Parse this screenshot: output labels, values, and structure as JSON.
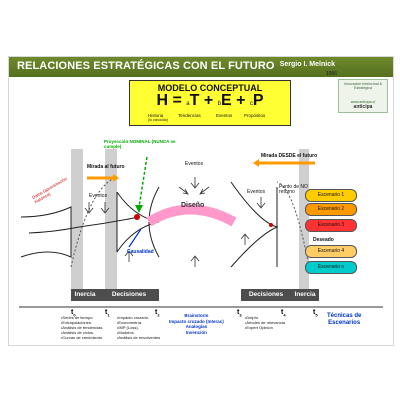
{
  "header": {
    "title": "RELACIONES ESTRATÉGICAS CON EL FUTURO",
    "author": "Sergio I. Melnick",
    "year": "1986"
  },
  "logo": {
    "line1": "Innovación Intelectual & Estratégica",
    "line2": "www.anticipa.cl",
    "line3": "anticipa"
  },
  "model": {
    "title": "MODELO CONCEPTUAL",
    "formula": {
      "h": "H",
      "eq": "=",
      "a": "a",
      "t": "T",
      "b": "b",
      "e": "E",
      "c": "c",
      "p": "P",
      "plus": "+"
    },
    "labels": {
      "historia": "Historia",
      "historia_sub": "(lo conocido)",
      "tendencias": "Tendencias",
      "eventos": "Eventos",
      "propositos": "Propósitos"
    }
  },
  "annotations": {
    "proyeccion": "Proyección NOMINAL (NUNCA se cumple)",
    "mirada_al_futuro": "Mirada al futuro",
    "eventos_left": "Eventos",
    "eventos_center": "Eventos",
    "eventos_right": "Eventos",
    "datos": "Datos (aproximación histórica)",
    "causalidad": "Causalidad",
    "diseno": "Diseño",
    "mirada_desde": "Mirada DESDE el futuro",
    "punto_no_retorno": "Punto de NO retorno",
    "deseado": "Deseado"
  },
  "strip": {
    "inercia_left": "Inercia",
    "decisiones_left": "Decisiones",
    "decisiones_right": "Decisiones",
    "inercia_right": "Inercia"
  },
  "time_labels": {
    "t0": "t",
    "t0_sub": "0",
    "t1": "t",
    "t1_sub": "1",
    "t2": "t",
    "t2_sub": "2",
    "t3": "t",
    "t3_sub": "3",
    "t4": "t",
    "t4_sub": "4",
    "t5": "t",
    "t5_sub": "5"
  },
  "scenarios": [
    {
      "label": "Escenario 1",
      "color": "#ffcc00"
    },
    {
      "label": "Escenario 2",
      "color": "#ff9900"
    },
    {
      "label": "Escenario 3",
      "color": "#ff3333"
    },
    {
      "label": "Escenario 4",
      "color": "#ffcc66"
    },
    {
      "label": "Escenario n",
      "color": "#00cccc"
    }
  ],
  "methods": {
    "col1": [
      "Series de tiempo.",
      "Extrapolaciones.",
      "Análisis de tendencias.",
      "Análisis de ciclos.",
      "Curvas de crecimiento"
    ],
    "col2": [
      "Impacto cruzado.",
      "Econometría.",
      "IMP (Loss).",
      "Modelos.",
      "Análisis de envolventes"
    ],
    "col3": [
      "Brainstorm",
      "Impacto cruzado (Interac)",
      "Analogías",
      "Invención"
    ],
    "col4": [
      "Delphi.",
      "Árboles de relevancia.",
      "Expert Opinion"
    ],
    "col5": [
      "Técnicas de",
      "Escenarios"
    ]
  },
  "colors": {
    "header": "#5c7a22",
    "model_bg": "#ffff33",
    "arrow_orange": "#ff9900",
    "diseno": "#ff99cc",
    "strip": "#4d4d4d",
    "green": "#00aa00",
    "blue": "#0033cc",
    "red": "#cc0000"
  }
}
